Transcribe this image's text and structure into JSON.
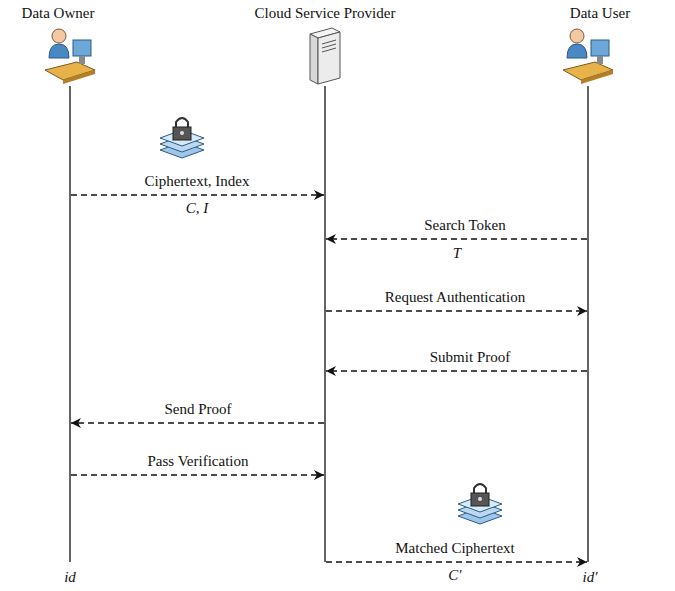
{
  "diagram": {
    "nodes": [
      {
        "text": [
          "Data Owner"
        ]
      },
      {
        "text": [
          "Cloud Service Provider"
        ]
      },
      {
        "text": [
          "Data User"
        ]
      }
    ],
    "edges": [
      {
        "from": 0,
        "to": 1,
        "label": "Ciphertext, Index",
        "arrow": "to"
      },
      {
        "from": 2,
        "to": 1,
        "label": "Search Token",
        "arrow": "to"
      },
      {
        "from": 1,
        "to": 2,
        "label": "Request Authentication",
        "arrow": "to"
      },
      {
        "from": 2,
        "to": 1,
        "label": "Submit Proof",
        "arrow": "to"
      },
      {
        "from": 1,
        "to": 0,
        "label": "Send Proof",
        "arrow": "to"
      },
      {
        "from": 0,
        "to": 1,
        "label": "Pass Verification",
        "arrow": "to"
      },
      {
        "from": 1,
        "to": 2,
        "label": "Matched Ciphertext",
        "arrow": "to"
      }
    ],
    "labels": [
      "C, I",
      "T",
      "C′",
      "id",
      "id′"
    ]
  }
}
